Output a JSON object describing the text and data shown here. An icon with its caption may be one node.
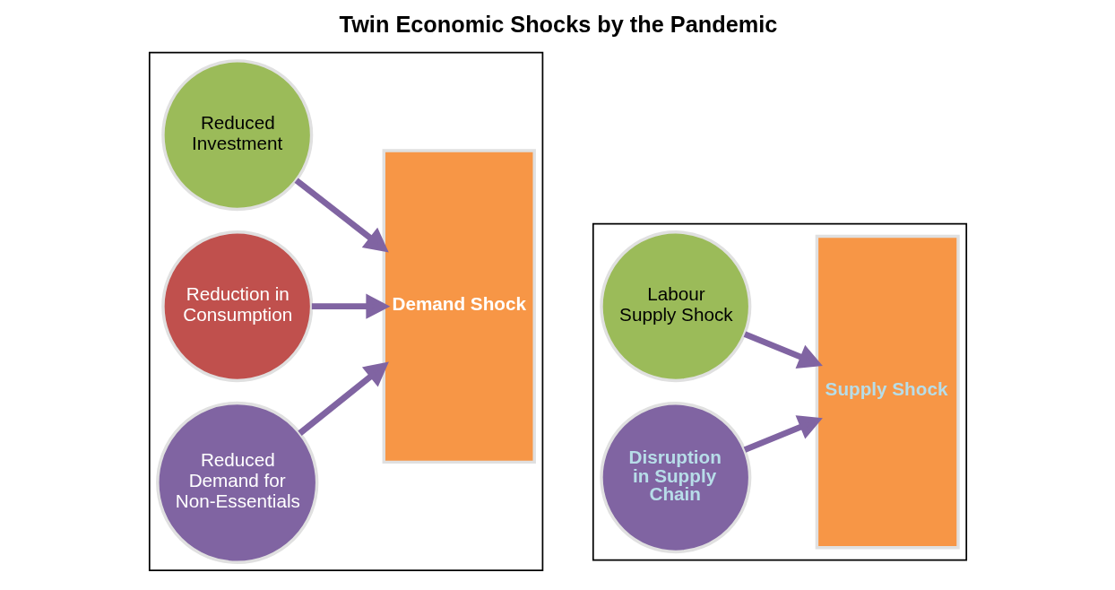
{
  "diagram": {
    "title": "Twin Economic Shocks by the Pandemic",
    "nodes": [
      {
        "text": [],
        "shape": "box"
      },
      {
        "text": [
          "Reduced Investment"
        ],
        "in": 0
      },
      {
        "text": [
          "Reduction in Consumption"
        ],
        "in": 0
      },
      {
        "text": [
          "Reduced Demand for Non-Essentials"
        ],
        "in": 0
      },
      {
        "text": [
          "Demand Shock"
        ],
        "in": 0
      },
      {
        "text": [],
        "shape": "box"
      },
      {
        "text": [
          "Labour Supply Shock"
        ],
        "in": 5
      },
      {
        "text": [
          "Disruption in Supply Chain"
        ],
        "in": 5
      },
      {
        "text": [
          "Supply Shock"
        ],
        "in": 5
      }
    ],
    "edges": [
      {
        "from": 1,
        "to": 4,
        "arrow": "to"
      },
      {
        "from": 2,
        "to": 4,
        "arrow": "to"
      },
      {
        "from": 3,
        "to": 4,
        "arrow": "to"
      },
      {
        "from": 6,
        "to": 8,
        "arrow": "to"
      },
      {
        "from": 7,
        "to": 8,
        "arrow": "to"
      }
    ]
  }
}
